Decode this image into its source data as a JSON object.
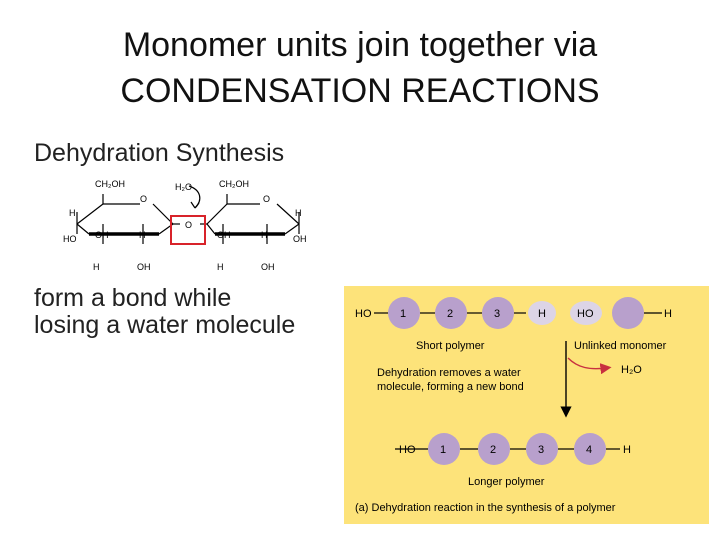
{
  "title": {
    "line1": "Monomer units join together via",
    "line2": "CONDENSATION REACTIONS"
  },
  "left": {
    "heading": "Dehydration Synthesis",
    "text_line1": "form a bond while",
    "text_line2": "losing a water molecule"
  },
  "sugar_diagram": {
    "left_ch2oh": "CH₂OH",
    "right_ch2oh": "CH₂OH",
    "water": "H₂O",
    "ring_o": "O",
    "bridge_o": "O",
    "h": "H",
    "ho": "HO",
    "oh": "OH"
  },
  "polymer_figure": {
    "ho": "HO",
    "h": "H",
    "short_units": [
      "1",
      "2",
      "3"
    ],
    "longer_units": [
      "1",
      "2",
      "3",
      "4"
    ],
    "short_polymer_label": "Short polymer",
    "unlinked_monomer_label": "Unlinked monomer",
    "water": "H₂O",
    "explanation_line1": "Dehydration removes a water",
    "explanation_line2": "molecule, forming a new bond",
    "longer_polymer_label": "Longer polymer",
    "caption": "(a) Dehydration reaction in the synthesis of a polymer"
  },
  "colors": {
    "panel_background": "#fde37a",
    "monomer_fill": "#b8a0cc",
    "cap_fill": "#dcd4e6",
    "arrow_red": "#c83040",
    "highlight_red": "#d8232a"
  }
}
